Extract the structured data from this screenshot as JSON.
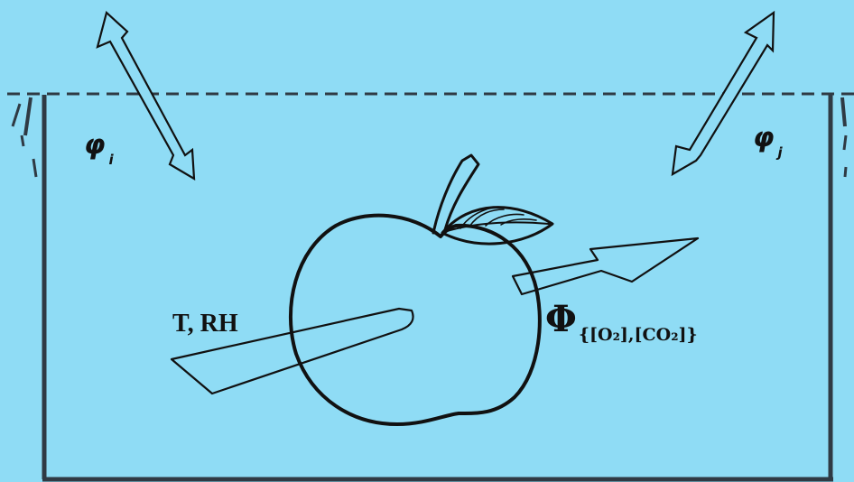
{
  "colors": {
    "background": "#8fdcf5",
    "ink": "#222222",
    "wall": "#2f3a44"
  },
  "labels": {
    "phi_i": {
      "symbol": "φ",
      "sub": "i"
    },
    "phi_j": {
      "symbol": "φ",
      "sub": "j"
    },
    "phi_gas": {
      "symbol": "Φ",
      "sub": "{[O₂],[CO₂]}"
    },
    "trh": "T, RH"
  },
  "icons": [
    "apple-icon",
    "leaf-icon",
    "double-arrow-icon"
  ]
}
